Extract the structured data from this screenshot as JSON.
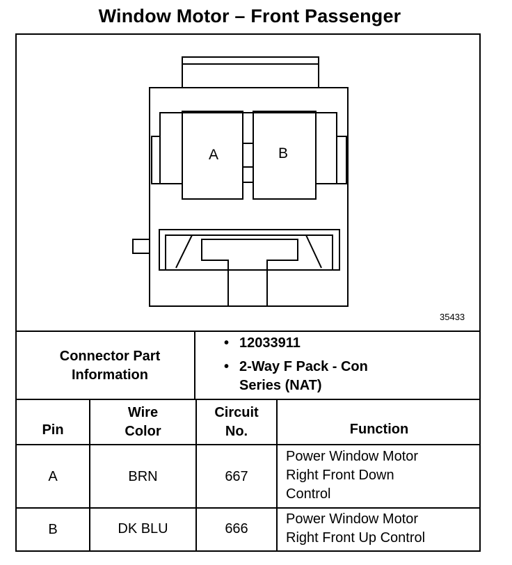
{
  "title": "Window Motor – Front Passenger",
  "diagram": {
    "figure_number": "35433",
    "cavity_labels": [
      "A",
      "B"
    ]
  },
  "connector": {
    "label_line1": "Connector Part",
    "label_line2": "Information",
    "items": [
      [
        "12033911"
      ],
      [
        "2-Way F Pack - Con",
        "Series (NAT)"
      ]
    ]
  },
  "table": {
    "headers": {
      "pin": "Pin",
      "wire_color_line1": "Wire",
      "wire_color_line2": "Color",
      "circuit_line1": "Circuit",
      "circuit_line2": "No.",
      "function": "Function"
    },
    "rows": [
      {
        "pin": "A",
        "wire_color": "BRN",
        "circuit": "667",
        "function": [
          "Power Window Motor",
          "Right Front Down",
          "Control"
        ]
      },
      {
        "pin": "B",
        "wire_color": "DK BLU",
        "circuit": "666",
        "function": [
          "Power Window Motor",
          "Right Front Up Control"
        ]
      }
    ]
  }
}
